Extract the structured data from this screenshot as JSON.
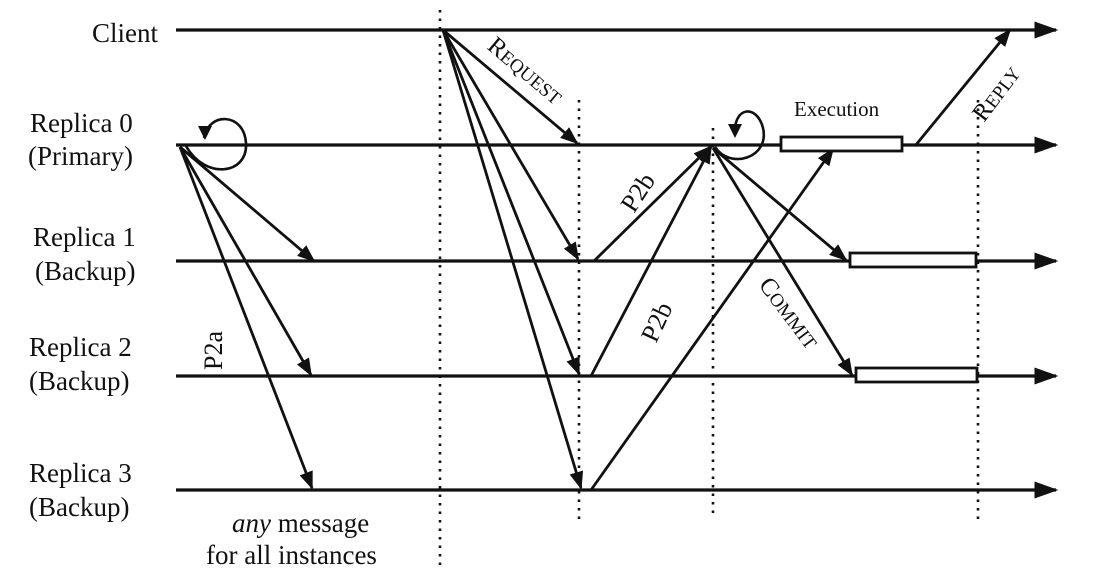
{
  "replicas": [
    {
      "name": "Client"
    },
    {
      "name": "Replica 0",
      "role": "(Primary)"
    },
    {
      "name": "Replica 1",
      "role": "(Backup)"
    },
    {
      "name": "Replica 2",
      "role": "(Backup)"
    },
    {
      "name": "Replica 3",
      "role": "(Backup)"
    }
  ],
  "messages": {
    "p2a": "P2a",
    "request_initial": "R",
    "request_rest": "EQUEST",
    "p2b_upper": "P2b",
    "p2b_lower": "P2b",
    "commit_initial": "C",
    "commit_rest": "OMMIT",
    "reply_initial": "R",
    "reply_rest": "EPLY"
  },
  "execution_label": "Execution",
  "footnote": {
    "emphasis": "any",
    "line1_rest": " message",
    "line2": "for all instances"
  },
  "colors": {
    "ink": "#111111",
    "background": "#ffffff"
  }
}
